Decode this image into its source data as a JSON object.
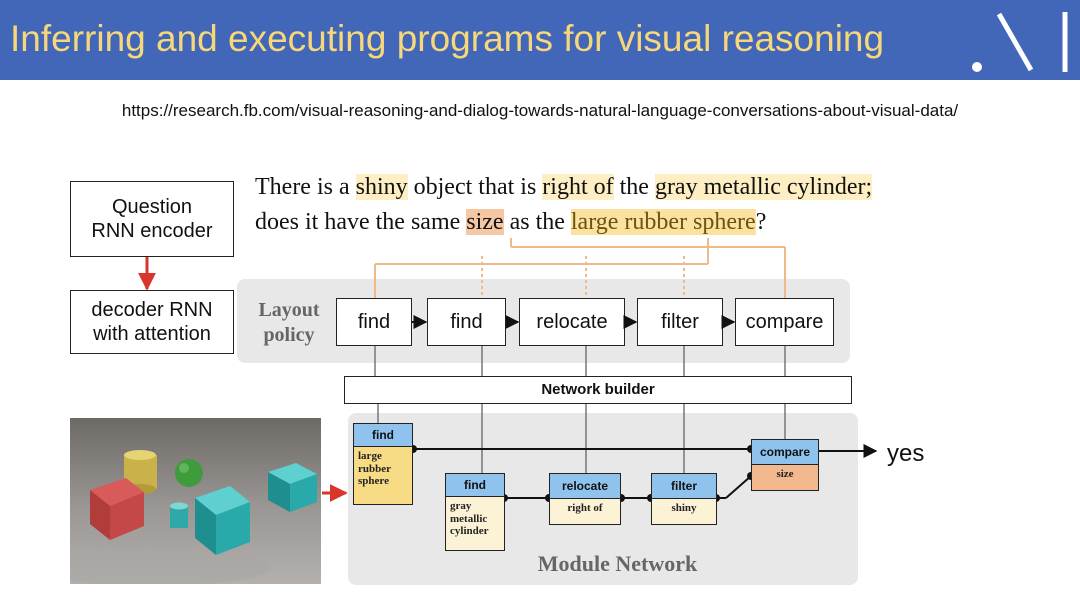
{
  "header": {
    "title": "Inferring and executing programs for visual reasoning"
  },
  "url": "https://research.fb.com/visual-reasoning-and-dialog-towards-natural-language-conversations-about-visual-data/",
  "question": {
    "l1_a": "There is a ",
    "l1_b": "shiny",
    "l1_c": " object that is ",
    "l1_d": "right of",
    "l1_e": " the ",
    "l1_f": "gray metallic cylinder;",
    "l2_a": "does it have the same ",
    "l2_b": "size",
    "l2_c": " as the ",
    "l2_d": "large rubber sphere",
    "l2_e": "?"
  },
  "encoder": {
    "l1": "Question",
    "l2": "RNN encoder"
  },
  "decoder": {
    "l1": "decoder RNN",
    "l2": "with attention"
  },
  "layout": {
    "label_l1": "Layout",
    "label_l2": "policy",
    "steps": [
      "find",
      "find",
      "relocate",
      "filter",
      "compare"
    ]
  },
  "network_builder": "Network builder",
  "modules": {
    "find1": {
      "head": "find",
      "l1": "large",
      "l2": "rubber",
      "l3": "sphere"
    },
    "find2": {
      "head": "find",
      "l1": "gray",
      "l2": "metallic",
      "l3": "cylinder"
    },
    "relocate": {
      "head": "relocate",
      "arg": "right of"
    },
    "filter": {
      "head": "filter",
      "arg": "shiny"
    },
    "compare": {
      "head": "compare",
      "arg": "size"
    }
  },
  "module_network_label": "Module Network",
  "answer": "yes",
  "colors": {
    "header_bg": "#4266b8",
    "title": "#f6d77a",
    "module_head": "#8fc3ee",
    "module_yellow": "#f7dc85",
    "module_cream": "#fcf3d6",
    "module_orange": "#f3b98e",
    "arrow_red": "#d9352b"
  }
}
